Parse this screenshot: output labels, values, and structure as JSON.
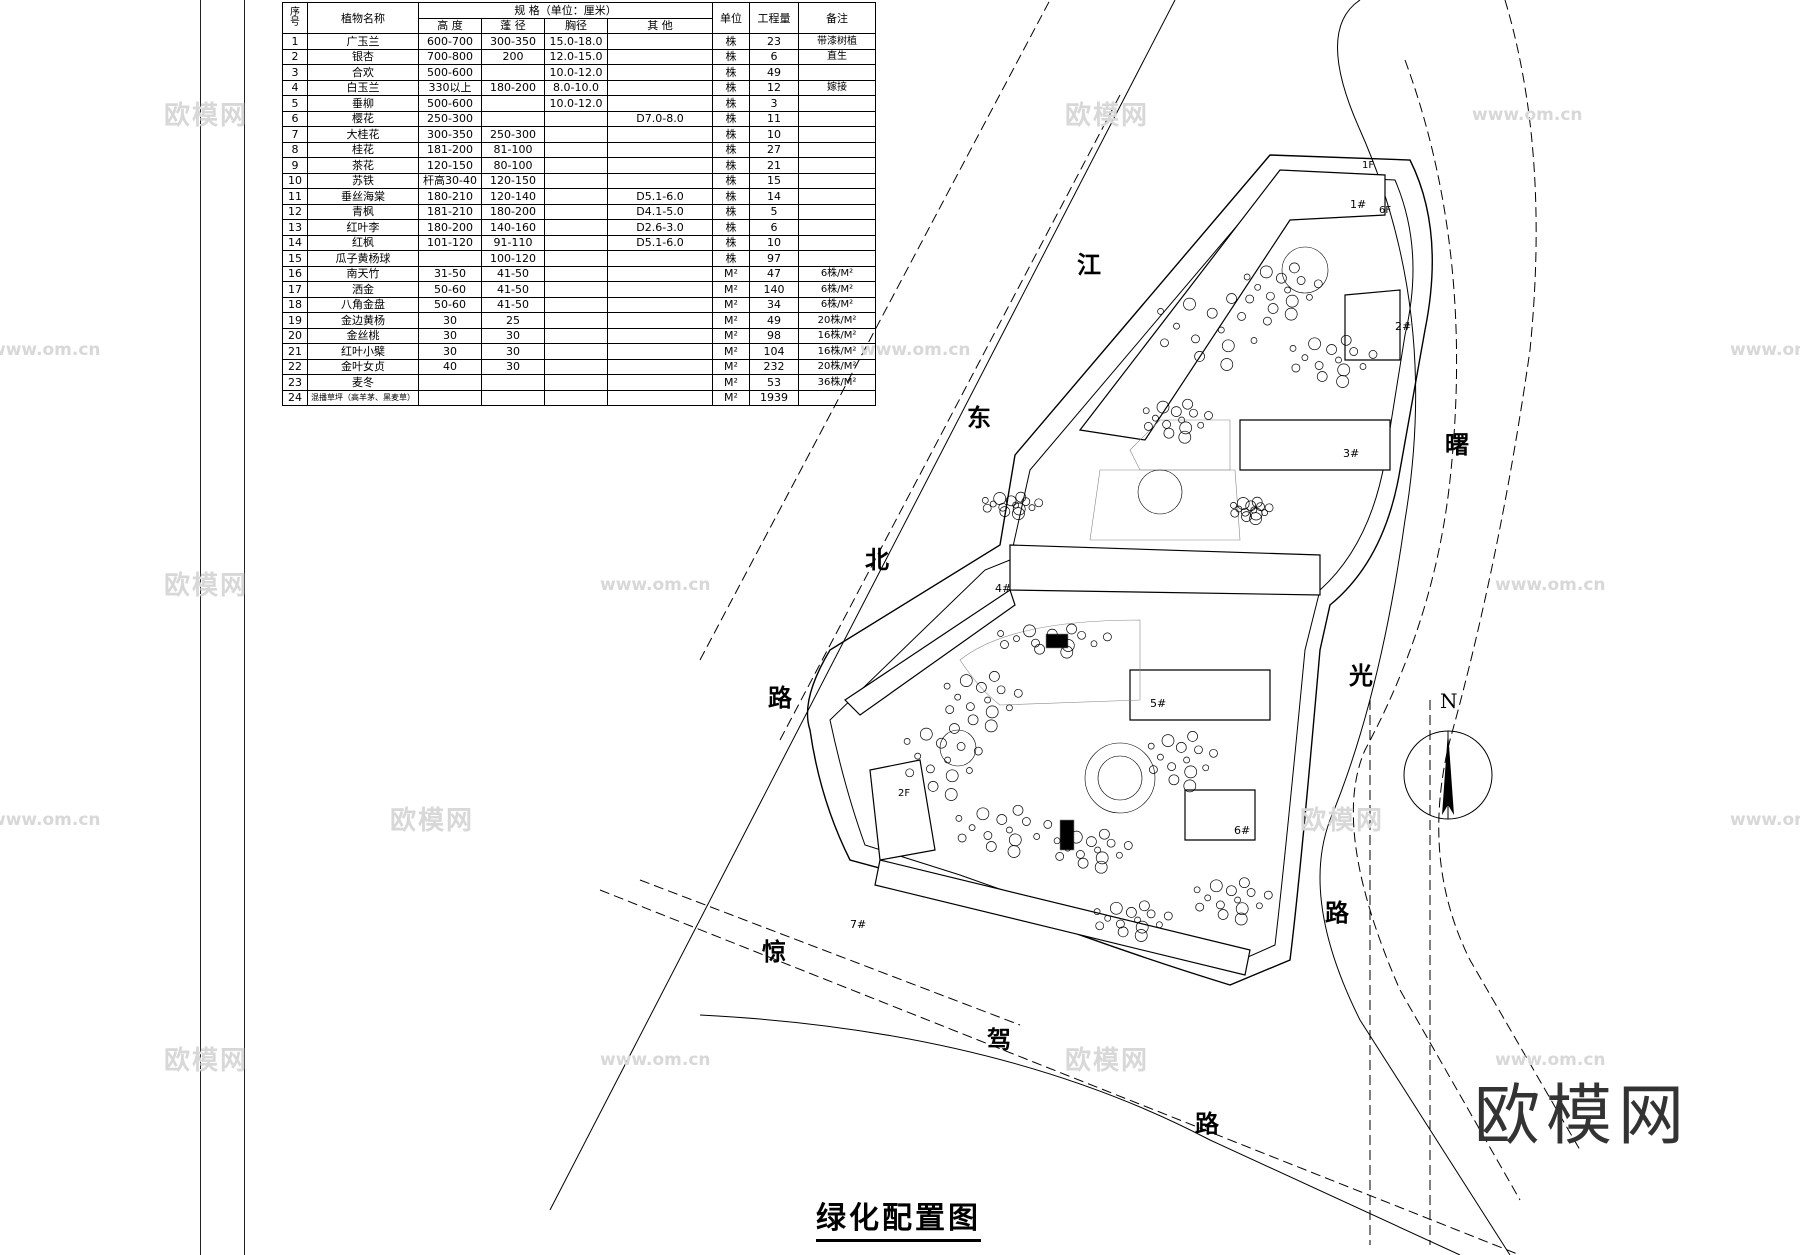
{
  "title": "绿化配置图",
  "brand": "欧模网",
  "watermark": {
    "text": "欧模网",
    "url": "www.om.cn"
  },
  "north": "N",
  "roads": {
    "north": [
      "东",
      "江",
      "北",
      "路"
    ],
    "east": [
      "曙",
      "光",
      "路"
    ],
    "south": [
      "惊",
      "驾",
      "路"
    ]
  },
  "buildings": [
    "1#",
    "2#",
    "3#",
    "4#",
    "5#",
    "6#",
    "7#"
  ],
  "floor_tags": [
    "1F",
    "6F",
    "2F"
  ],
  "table": {
    "headers": {
      "index": "序号",
      "name": "植物名称",
      "spec": "规 格（单位：厘米）",
      "height": "高 度",
      "crown": "蓬 径",
      "dbh": "胸径",
      "other": "其 他",
      "unit": "单位",
      "qty": "工程量",
      "note": "备注"
    },
    "rows": [
      {
        "no": "1",
        "name": "广玉兰",
        "height": "600-700",
        "crown": "300-350",
        "dbh": "15.0-18.0",
        "other": "",
        "unit": "株",
        "qty": "23",
        "note": "带漆树植"
      },
      {
        "no": "2",
        "name": "银杏",
        "height": "700-800",
        "crown": "200",
        "dbh": "12.0-15.0",
        "other": "",
        "unit": "株",
        "qty": "6",
        "note": "直生"
      },
      {
        "no": "3",
        "name": "合欢",
        "height": "500-600",
        "crown": "",
        "dbh": "10.0-12.0",
        "other": "",
        "unit": "株",
        "qty": "49",
        "note": ""
      },
      {
        "no": "4",
        "name": "白玉兰",
        "height": "330以上",
        "crown": "180-200",
        "dbh": "8.0-10.0",
        "other": "",
        "unit": "株",
        "qty": "12",
        "note": "嫁接"
      },
      {
        "no": "5",
        "name": "垂柳",
        "height": "500-600",
        "crown": "",
        "dbh": "10.0-12.0",
        "other": "",
        "unit": "株",
        "qty": "3",
        "note": ""
      },
      {
        "no": "6",
        "name": "樱花",
        "height": "250-300",
        "crown": "",
        "dbh": "",
        "other": "D7.0-8.0",
        "unit": "株",
        "qty": "11",
        "note": ""
      },
      {
        "no": "7",
        "name": "大桂花",
        "height": "300-350",
        "crown": "250-300",
        "dbh": "",
        "other": "",
        "unit": "株",
        "qty": "10",
        "note": ""
      },
      {
        "no": "8",
        "name": "桂花",
        "height": "181-200",
        "crown": "81-100",
        "dbh": "",
        "other": "",
        "unit": "株",
        "qty": "27",
        "note": ""
      },
      {
        "no": "9",
        "name": "茶花",
        "height": "120-150",
        "crown": "80-100",
        "dbh": "",
        "other": "",
        "unit": "株",
        "qty": "21",
        "note": ""
      },
      {
        "no": "10",
        "name": "苏铁",
        "height": "杆高30-40",
        "crown": "120-150",
        "dbh": "",
        "other": "",
        "unit": "株",
        "qty": "15",
        "note": ""
      },
      {
        "no": "11",
        "name": "垂丝海棠",
        "height": "180-210",
        "crown": "120-140",
        "dbh": "",
        "other": "D5.1-6.0",
        "unit": "株",
        "qty": "14",
        "note": ""
      },
      {
        "no": "12",
        "name": "青枫",
        "height": "181-210",
        "crown": "180-200",
        "dbh": "",
        "other": "D4.1-5.0",
        "unit": "株",
        "qty": "5",
        "note": ""
      },
      {
        "no": "13",
        "name": "红叶李",
        "height": "180-200",
        "crown": "140-160",
        "dbh": "",
        "other": "D2.6-3.0",
        "unit": "株",
        "qty": "6",
        "note": ""
      },
      {
        "no": "14",
        "name": "红枫",
        "height": "101-120",
        "crown": "91-110",
        "dbh": "",
        "other": "D5.1-6.0",
        "unit": "株",
        "qty": "10",
        "note": ""
      },
      {
        "no": "15",
        "name": "瓜子黄杨球",
        "height": "",
        "crown": "100-120",
        "dbh": "",
        "other": "",
        "unit": "株",
        "qty": "97",
        "note": ""
      },
      {
        "no": "16",
        "name": "南天竹",
        "height": "31-50",
        "crown": "41-50",
        "dbh": "",
        "other": "",
        "unit": "M²",
        "qty": "47",
        "note": "6株/M²"
      },
      {
        "no": "17",
        "name": "洒金",
        "height": "50-60",
        "crown": "41-50",
        "dbh": "",
        "other": "",
        "unit": "M²",
        "qty": "140",
        "note": "6株/M²"
      },
      {
        "no": "18",
        "name": "八角金盘",
        "height": "50-60",
        "crown": "41-50",
        "dbh": "",
        "other": "",
        "unit": "M²",
        "qty": "34",
        "note": "6株/M²"
      },
      {
        "no": "19",
        "name": "金边黄杨",
        "height": "30",
        "crown": "25",
        "dbh": "",
        "other": "",
        "unit": "M²",
        "qty": "49",
        "note": "20株/M²"
      },
      {
        "no": "20",
        "name": "金丝桃",
        "height": "30",
        "crown": "30",
        "dbh": "",
        "other": "",
        "unit": "M²",
        "qty": "98",
        "note": "16株/M²"
      },
      {
        "no": "21",
        "name": "红叶小檗",
        "height": "30",
        "crown": "30",
        "dbh": "",
        "other": "",
        "unit": "M²",
        "qty": "104",
        "note": "16株/M²"
      },
      {
        "no": "22",
        "name": "金叶女贞",
        "height": "40",
        "crown": "30",
        "dbh": "",
        "other": "",
        "unit": "M²",
        "qty": "232",
        "note": "20株/M²"
      },
      {
        "no": "23",
        "name": "麦冬",
        "height": "",
        "crown": "",
        "dbh": "",
        "other": "",
        "unit": "M²",
        "qty": "53",
        "note": "36株/M²"
      },
      {
        "no": "24",
        "name": "混播草坪",
        "height": "",
        "crown": "",
        "dbh": "",
        "other": "",
        "unit": "M²",
        "qty": "1939",
        "note": "",
        "wide": "混播草坪（高羊茅、黑麦草）"
      }
    ]
  }
}
